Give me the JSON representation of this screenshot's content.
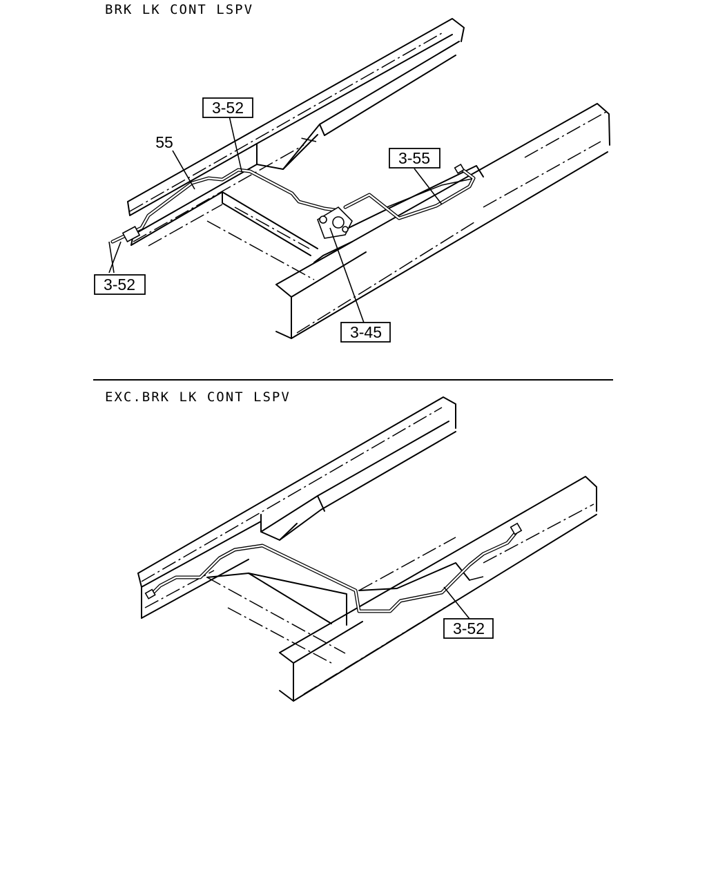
{
  "sections": [
    {
      "caption": "BRK LK CONT LSPV",
      "labels": {
        "pipe_top": "3-52",
        "hose": "55",
        "right_pipe": "3-55",
        "left_pipe": "3-52",
        "valve": "3-45"
      }
    },
    {
      "caption": "EXC.BRK LK CONT LSPV",
      "labels": {
        "pipe": "3-52"
      }
    }
  ]
}
